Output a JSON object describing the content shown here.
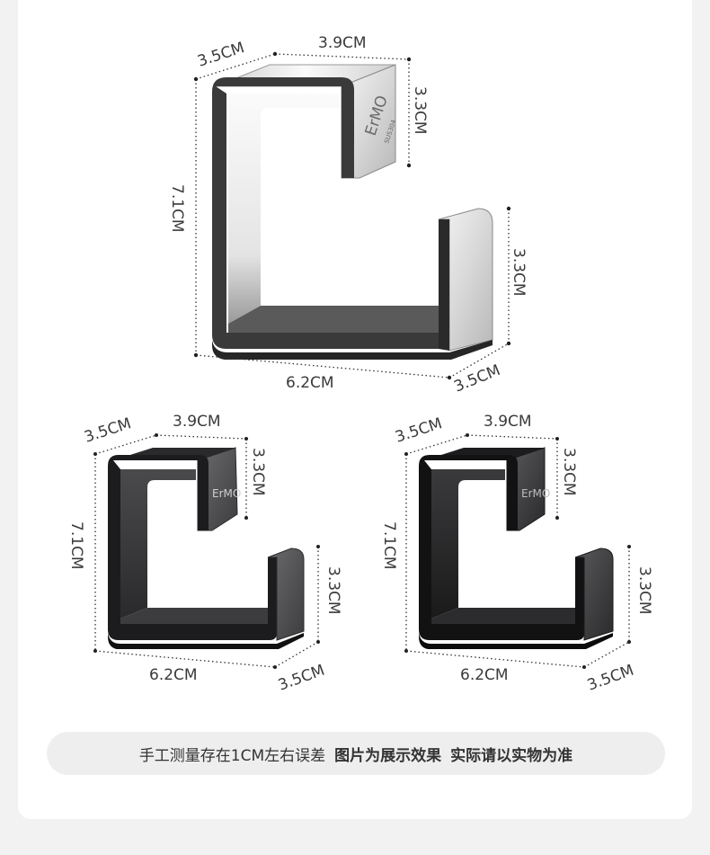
{
  "brand": "ErMO",
  "brand_sub": "SUS304",
  "colors": {
    "chrome": "#d9d9d9",
    "gunmetal": "#3a3a3c",
    "black": "#1e1e20",
    "dots": "#333333"
  },
  "top_hook": {
    "depth": "3.5CM",
    "top_width": "3.9CM",
    "top_height": "3.3CM",
    "total_height": "7.1CM",
    "right_height": "3.3CM",
    "bottom_width": "6.2CM",
    "bottom_depth": "3.5CM"
  },
  "left_hook": {
    "depth": "3.5CM",
    "top_width": "3.9CM",
    "top_height": "3.3CM",
    "total_height": "7.1CM",
    "right_height": "3.3CM",
    "bottom_width": "6.2CM",
    "bottom_depth": "3.5CM"
  },
  "right_hook": {
    "depth": "3.5CM",
    "top_width": "3.9CM",
    "top_height": "3.3CM",
    "total_height": "7.1CM",
    "right_height": "3.3CM",
    "bottom_width": "6.2CM",
    "bottom_depth": "3.5CM"
  },
  "notice": {
    "part1": "手工测量存在1CM左右误差",
    "part2": "图片为展示效果",
    "part3": "实际请以实物为准"
  }
}
